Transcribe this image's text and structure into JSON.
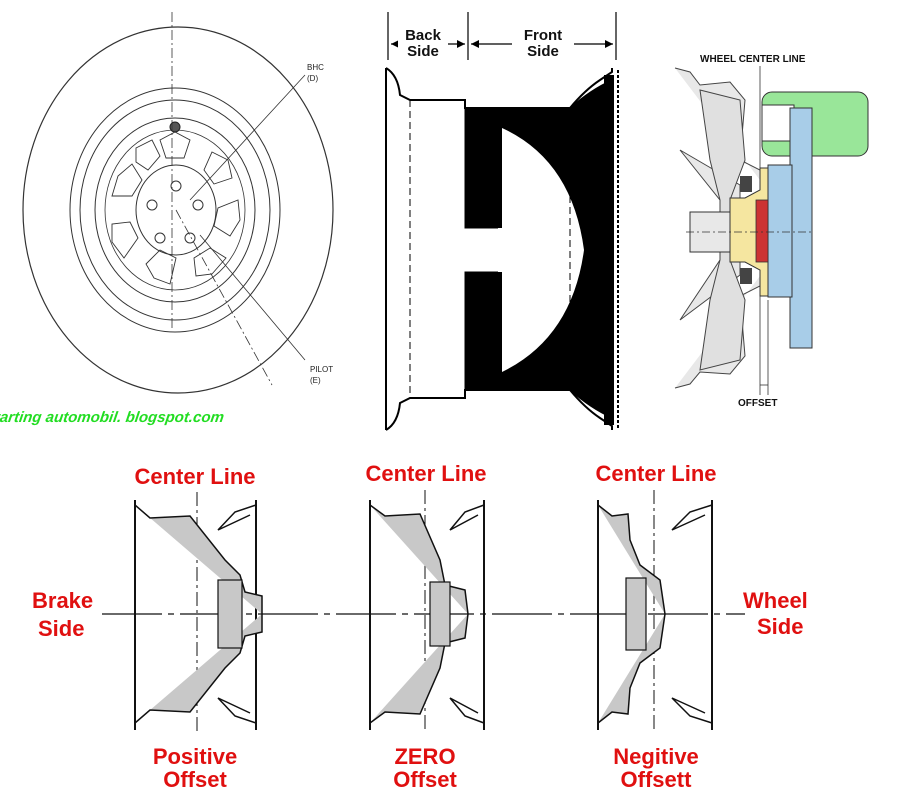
{
  "colors": {
    "label_red": "#e01010",
    "watermark_green": "#22dd22",
    "tire_green": "#99e699",
    "hub_blue": "#a8cde8",
    "rotor_red": "#cc3333",
    "mount_yellow": "#f5e6a0"
  },
  "wheel_face": {
    "bhc_label": "BHC",
    "bhc_sub": "(D)",
    "pilot_label": "PILOT",
    "pilot_sub": "(E)"
  },
  "watermark": "firestarting automobil. blogspot.com",
  "cross_section": {
    "back_side_line1": "Back",
    "back_side_line2": "Side",
    "front_side_line1": "Front",
    "front_side_line2": "Side"
  },
  "hub_assembly": {
    "center_line_label": "WHEEL CENTER LINE",
    "offset_label": "OFFSET"
  },
  "offset_types": {
    "brake_side_line1": "Brake",
    "brake_side_line2": "Side",
    "wheel_side_line1": "Wheel",
    "wheel_side_line2": "Side",
    "items": [
      {
        "top": "Center Line",
        "bottom1": "Positive",
        "bottom2": "Offset"
      },
      {
        "top": "Center Line",
        "bottom1": "ZERO",
        "bottom2": "Offset"
      },
      {
        "top": "Center Line",
        "bottom1": "Negitive",
        "bottom2": "Offsett"
      }
    ]
  }
}
